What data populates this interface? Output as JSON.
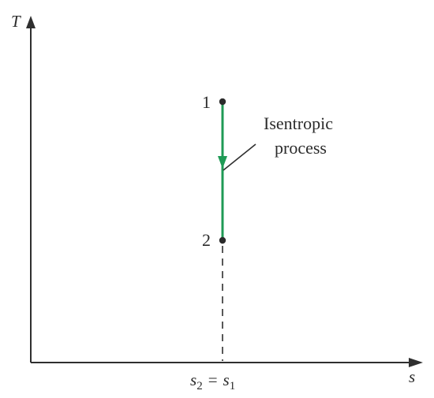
{
  "colors": {
    "axis": "#2f2f2f",
    "process_line": "#1f9a55",
    "point": "#2b2b2b",
    "dashed": "#2f2f2f",
    "text": "#2b2b2b"
  },
  "axes": {
    "y_label": "T",
    "x_label": "s"
  },
  "states": [
    {
      "label": "1"
    },
    {
      "label": "2"
    }
  ],
  "process": {
    "label_line1": "Isentropic",
    "label_line2": "process"
  },
  "x_tick": {
    "left_var": "s",
    "left_sub": "2",
    "equals": "=",
    "right_var": "s",
    "right_sub": "1"
  }
}
